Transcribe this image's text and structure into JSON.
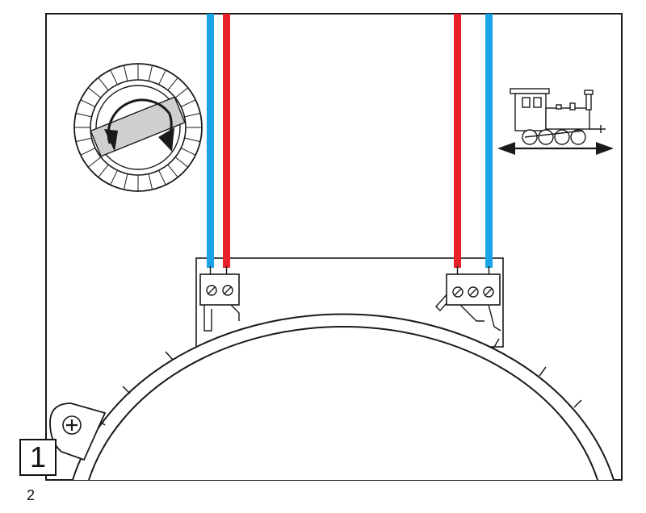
{
  "step": {
    "number": "1"
  },
  "page": {
    "number": "2"
  },
  "colors": {
    "line": "#1a1a1a",
    "wire_blue": "#1aa3e6",
    "wire_red": "#e8202a",
    "dial_gray": "#cfcfcf"
  },
  "icons": [
    "rotation-dial-icon",
    "locomotive-icon",
    "bidirectional-arrow-icon",
    "screw-icon"
  ],
  "wires": [
    {
      "group": "left",
      "order": [
        "blue",
        "red"
      ]
    },
    {
      "group": "right",
      "order": [
        "red",
        "blue"
      ]
    }
  ],
  "terminal_blocks": [
    {
      "name": "left",
      "screws": 2
    },
    {
      "name": "right",
      "screws": 3
    }
  ]
}
